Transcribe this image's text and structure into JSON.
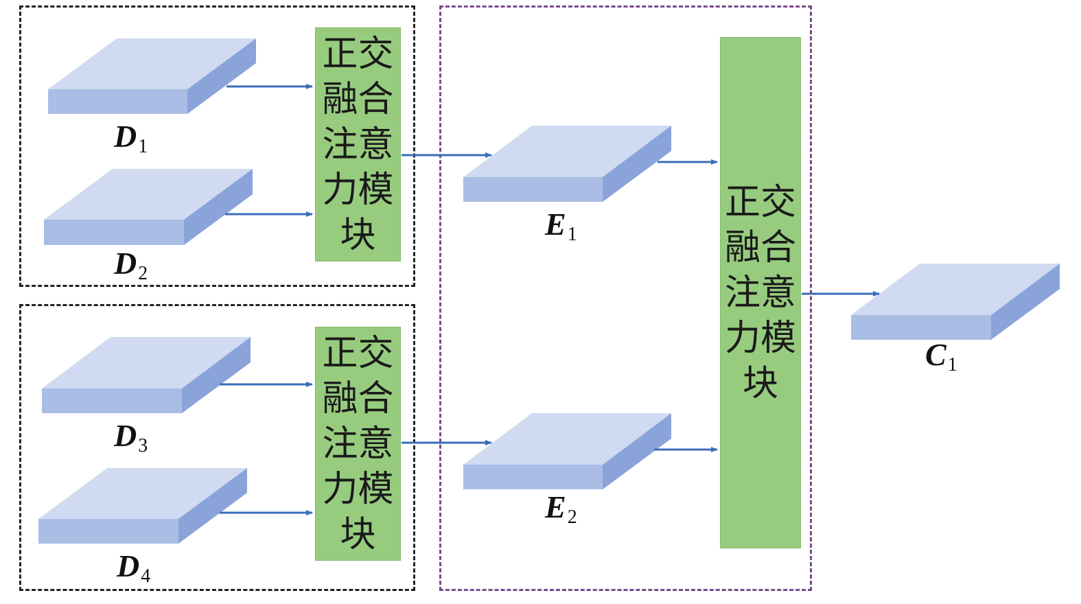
{
  "colors": {
    "tile_top": "#d0daf1",
    "tile_front": "#a9bde5",
    "tile_side": "#8aa4da",
    "module_fill": "#97cc7f",
    "arrow": "#3a6cb8",
    "frame_black": "#222222",
    "frame_purple": "#7a4a8a"
  },
  "modules": [
    {
      "lines": [
        "正交",
        "融合",
        "注意",
        "力模",
        "块"
      ]
    },
    {
      "lines": [
        "正交",
        "融合",
        "注意",
        "力模",
        "块"
      ]
    },
    {
      "lines": [
        "正交",
        "融合",
        "注意",
        "力模",
        "块"
      ]
    }
  ],
  "labels": {
    "D1": {
      "letter": "D",
      "sub": "1"
    },
    "D2": {
      "letter": "D",
      "sub": "2"
    },
    "D3": {
      "letter": "D",
      "sub": "3"
    },
    "D4": {
      "letter": "D",
      "sub": "4"
    },
    "E1": {
      "letter": "E",
      "sub": "1"
    },
    "E2": {
      "letter": "E",
      "sub": "2"
    },
    "C1": {
      "letter": "C",
      "sub": "1"
    }
  }
}
